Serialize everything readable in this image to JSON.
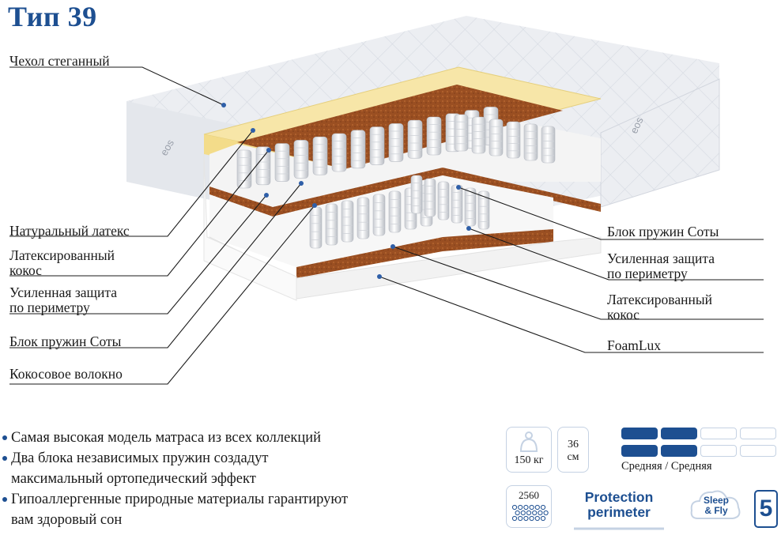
{
  "title": "Тип 39",
  "left_labels": [
    "Чехол стеганный",
    "Натуральный латекс",
    "Латексированный\nкокос",
    "Усиленная защита\nпо периметру",
    "Блок пружин Соты",
    "Кокосовое волокно"
  ],
  "right_labels": [
    "Блок пружин Соты",
    "Усиленная защита\nпо периметру",
    "Латексированный\nкокос",
    "FoamLux"
  ],
  "bullets": [
    {
      "text": "Самая высокая модель матраса из всех коллекций"
    },
    {
      "text": "Два блока независимых пружин создадут",
      "cont": "максимальный ортопедический эффект"
    },
    {
      "text": "Гипоаллергенные природные материалы гарантируют",
      "cont": "вам здоровый сон"
    }
  ],
  "specs": {
    "max_weight": "150 кг",
    "height_value": "36",
    "height_unit": "см",
    "spring_count": "2560",
    "firmness_side_a_level": 2,
    "firmness_side_b_level": 2,
    "firmness_scale_max": 4,
    "firmness_label": "Средняя / Средняя",
    "protection_line1": "Protection",
    "protection_line2": "perimeter",
    "brand_line1": "Sleep",
    "brand_line2": "& Fly",
    "zones_value": "5"
  },
  "colors": {
    "accent": "#1d4f91",
    "cover": "#eceef2",
    "latex": "#f7e6a8",
    "coconut": "#9a4f22",
    "spring": "#ffffff",
    "foam": "#f2f2f2"
  },
  "icons": [
    "weight-icon",
    "height-icon",
    "firmness-bars-icon",
    "spring-count-icon",
    "protection-perimeter-icon",
    "sleep-and-fly-logo",
    "zones-icon"
  ]
}
